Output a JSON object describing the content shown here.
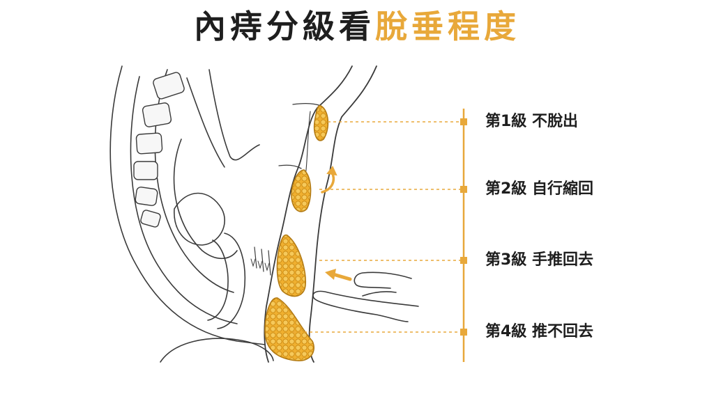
{
  "title": {
    "main": "內痔分級看",
    "highlight": "脫垂程度"
  },
  "grades": [
    {
      "label": "第1級  不脫出"
    },
    {
      "label": "第2級  自行縮回"
    },
    {
      "label": "第3級  手推回去"
    },
    {
      "label": "第4級  推不回去"
    }
  ],
  "colors": {
    "accent": "#e8a83a",
    "hemorrhoid": "#f0b030",
    "line": "#3a3a3a",
    "text": "#1e1e1e"
  },
  "icons": [
    "return-arrow-icon",
    "push-arrow-icon"
  ]
}
